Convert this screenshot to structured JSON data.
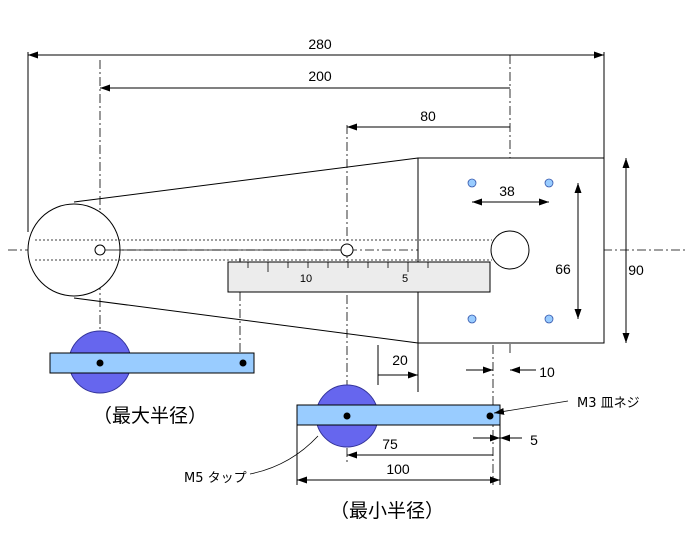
{
  "dimensions": {
    "d280": "280",
    "d200": "200",
    "d80": "80",
    "d38": "38",
    "d66": "66",
    "d90": "90",
    "d20": "20",
    "d10": "10",
    "d75": "75",
    "d5": "5",
    "d100": "100"
  },
  "scale": {
    "label_10": "10",
    "label_5": "5"
  },
  "notes": {
    "m3": "M3 皿ネジ",
    "m5": "M5 タップ"
  },
  "captions": {
    "max": "（最大半径）",
    "min": "（最小半径）"
  },
  "colors": {
    "bar_fill": "#99ccff",
    "disc_fill": "#6666ee",
    "hole_fill": "#99ccff",
    "scale_fill": "#ececec",
    "line": "#000000"
  }
}
